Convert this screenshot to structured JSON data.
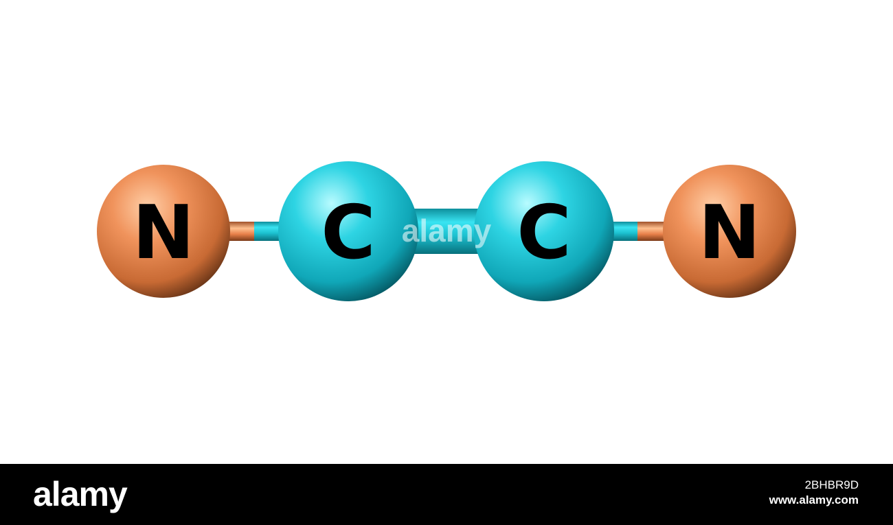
{
  "molecule": {
    "atoms": [
      {
        "symbol": "N",
        "element": "nitrogen"
      },
      {
        "symbol": "C",
        "element": "carbon"
      },
      {
        "symbol": "C",
        "element": "carbon"
      },
      {
        "symbol": "N",
        "element": "nitrogen"
      }
    ],
    "colors": {
      "nitrogen": "#e8804a",
      "carbon": "#1fc8d8",
      "label": "#000000"
    }
  },
  "watermark": {
    "center_text": "alamy"
  },
  "footer": {
    "logo": "alamy",
    "image_id": "2BHBR9D",
    "url": "www.alamy.com"
  }
}
